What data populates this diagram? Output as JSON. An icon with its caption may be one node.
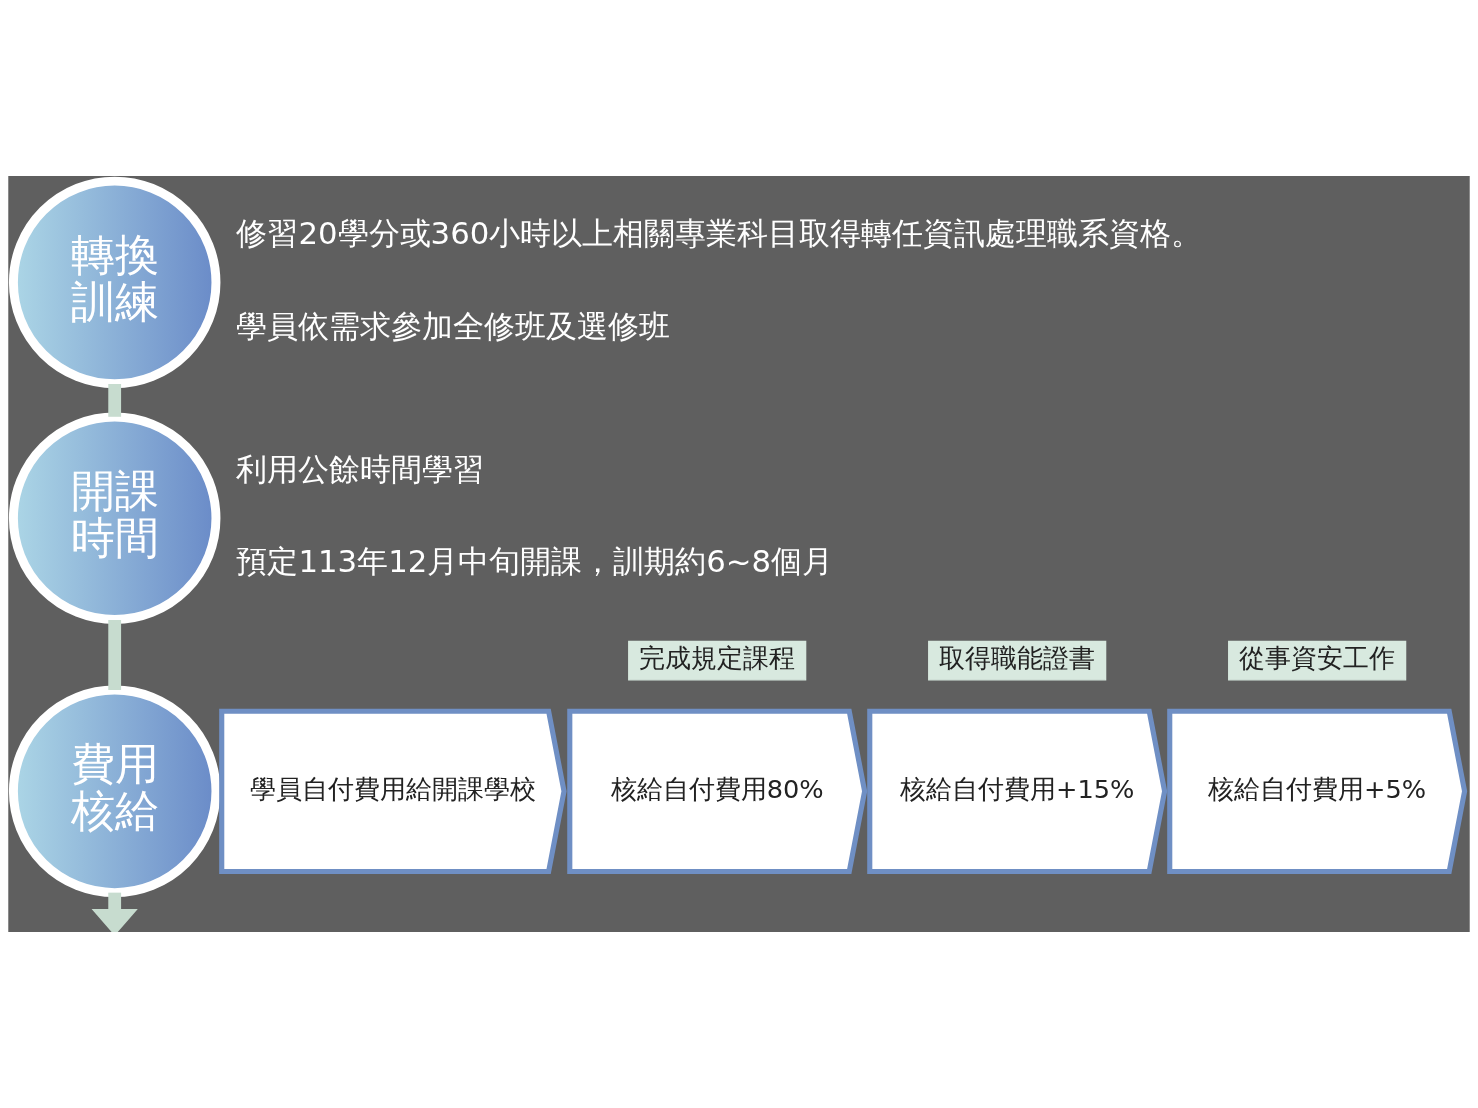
{
  "diagram": {
    "nodes": [
      {
        "text": [
          "轉換訓練"
        ],
        "beside": [
          "修習20學分或360小時以上相關專業科目取得轉任資訊處理職系資格。",
          "學員依需求參加全修班及選修班"
        ]
      },
      {
        "text": [
          "開課時間"
        ],
        "beside": [
          "利用公餘時間學習",
          "預定113年12月中旬開課，訓期約6~8個月"
        ]
      },
      {
        "text": [
          "費用核給"
        ]
      },
      {
        "text": [
          "學員自付費用給開課學校"
        ]
      },
      {
        "text": [
          "核給自付費用80%"
        ],
        "beside": [
          "完成規定課程"
        ]
      },
      {
        "text": [
          "核給自付費用+15%"
        ],
        "beside": [
          "取得職能證書"
        ]
      },
      {
        "text": [
          "核給自付費用+5%"
        ],
        "beside": [
          "從事資安工作"
        ]
      }
    ],
    "edges": [
      {
        "from": 0,
        "to": 1,
        "arrow": "none"
      },
      {
        "from": 1,
        "to": 2,
        "arrow": "none"
      },
      {
        "from": 2,
        "to": null,
        "arrow": "to"
      }
    ]
  }
}
